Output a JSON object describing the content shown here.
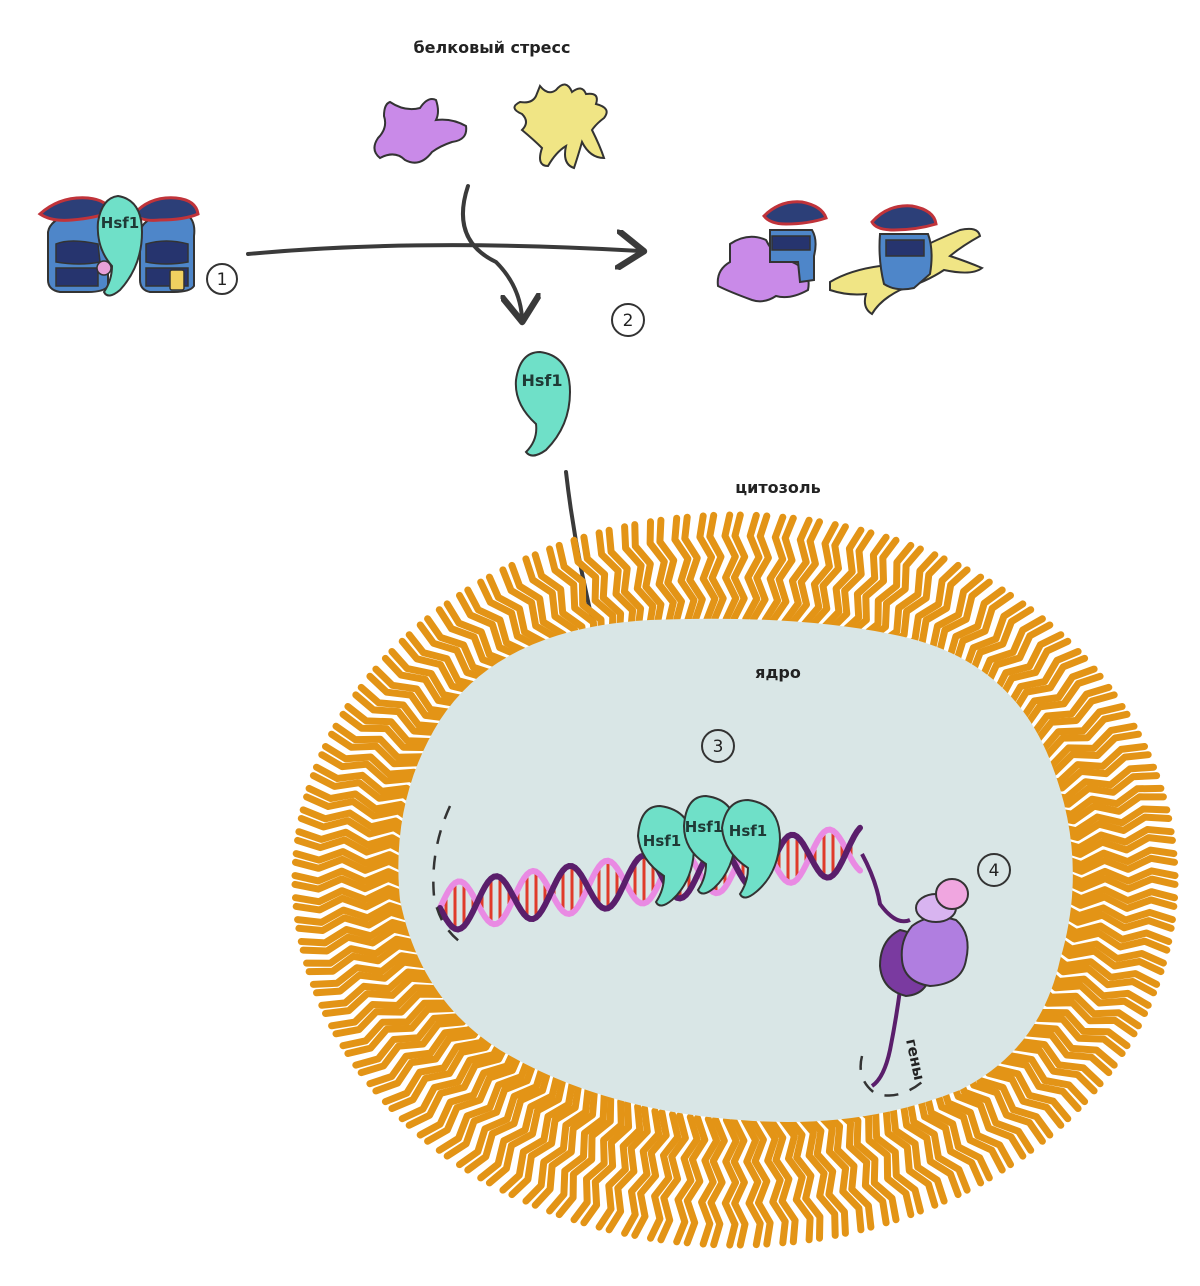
{
  "labels": {
    "stress": "белковый стресс",
    "cytosol": "цитозоль",
    "nucleus": "ядро",
    "genes": "гены"
  },
  "hsf1": "Hsf1",
  "steps": [
    "1",
    "2",
    "3",
    "4"
  ],
  "colors": {
    "hsf1": "#6fe0c8",
    "membrane": "#e39416",
    "nucleus": "#d9e6e6",
    "chaperone_body": "#4e86c9",
    "chaperone_dark": "#26346e",
    "cap": "#2c3f78",
    "cap_band": "#c0333a",
    "misfolded_purple": "#c98ae8",
    "misfolded_yellow": "#f0e585",
    "dna_strand_a": "#5a1e6b",
    "dna_strand_b": "#e98ae3",
    "dna_rungs": "#e03b2a",
    "ribosome_dark": "#7a3aa0",
    "ribosome_mid": "#b07ee0",
    "ribosome_light": "#d8b4f0",
    "ribosome_pink": "#f0a6e0",
    "arrow": "#3a3a3a"
  }
}
